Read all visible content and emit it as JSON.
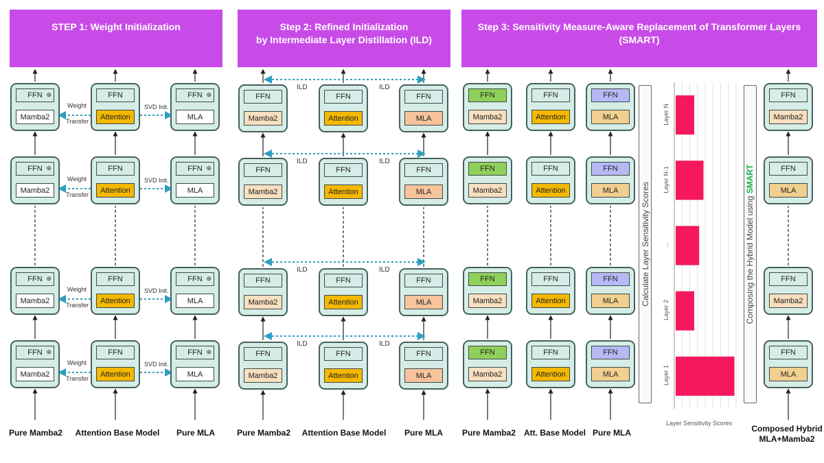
{
  "steps": {
    "step1": {
      "title": "STEP 1: Weight Initialization"
    },
    "step2": {
      "title_line1": "Step 2: Refined Initialization",
      "title_line2": "by Intermediate Layer Distillation (ILD)"
    },
    "step3": {
      "title_line1": "Step 3: Sensitivity Measure-Aware Replacement of Transformer Layers",
      "title_line2": "(SMART)"
    }
  },
  "modules": {
    "ffn": "FFN",
    "mamba2": "Mamba2",
    "attention": "Attention",
    "mla": "MLA"
  },
  "annotations": {
    "weight_transfer_1": "Weight",
    "weight_transfer_2": "Transfer",
    "svd_init": "SVD Init.",
    "ild": "ILD"
  },
  "columns": {
    "s1_mamba": "Pure Mamba2",
    "s1_attention": "Attention Base Model",
    "s1_mla": "Pure MLA",
    "s2_mamba": "Pure Mamba2",
    "s2_attention": "Attention Base Model",
    "s2_mla": "Pure MLA",
    "s3_mamba": "Pure Mamba2",
    "s3_attention": "Att. Base Model",
    "s3_mla": "Pure MLA",
    "hybrid_line1": "Composed Hybrid",
    "hybrid_line2": "MLA+Mamba2"
  },
  "calc_label": "Calculate Layer Sensitivity Scores",
  "compose_label_prefix": "Composing the Hybrid Model using ",
  "compose_label_highlight": "SMART",
  "icons": {
    "ffn_marker": "circled-plus-icon"
  },
  "colors": {
    "banner": "#c84be8",
    "block_bg": "#d6ece6",
    "attention": "#f5b800",
    "mamba_light": "#f7dfbf",
    "mla_orange": "#f6c39a",
    "mla_tan": "#f1cf8f",
    "ffn_green": "#8fd05a",
    "ffn_blue": "#b7b9f5",
    "bar": "#f5185c",
    "dotted": "#2f9fc0"
  },
  "chart_data": {
    "type": "bar",
    "orientation": "horizontal",
    "xlabel": "Layer Sensitivity Scores",
    "categories": [
      "Layer N",
      "Layer N-1",
      "...",
      "Layer 2",
      "Layer 1"
    ],
    "values": [
      0.3,
      0.45,
      0.38,
      0.3,
      0.95
    ],
    "xlim": [
      0,
      1
    ],
    "grid": true,
    "bar_color": "#f5185c"
  }
}
